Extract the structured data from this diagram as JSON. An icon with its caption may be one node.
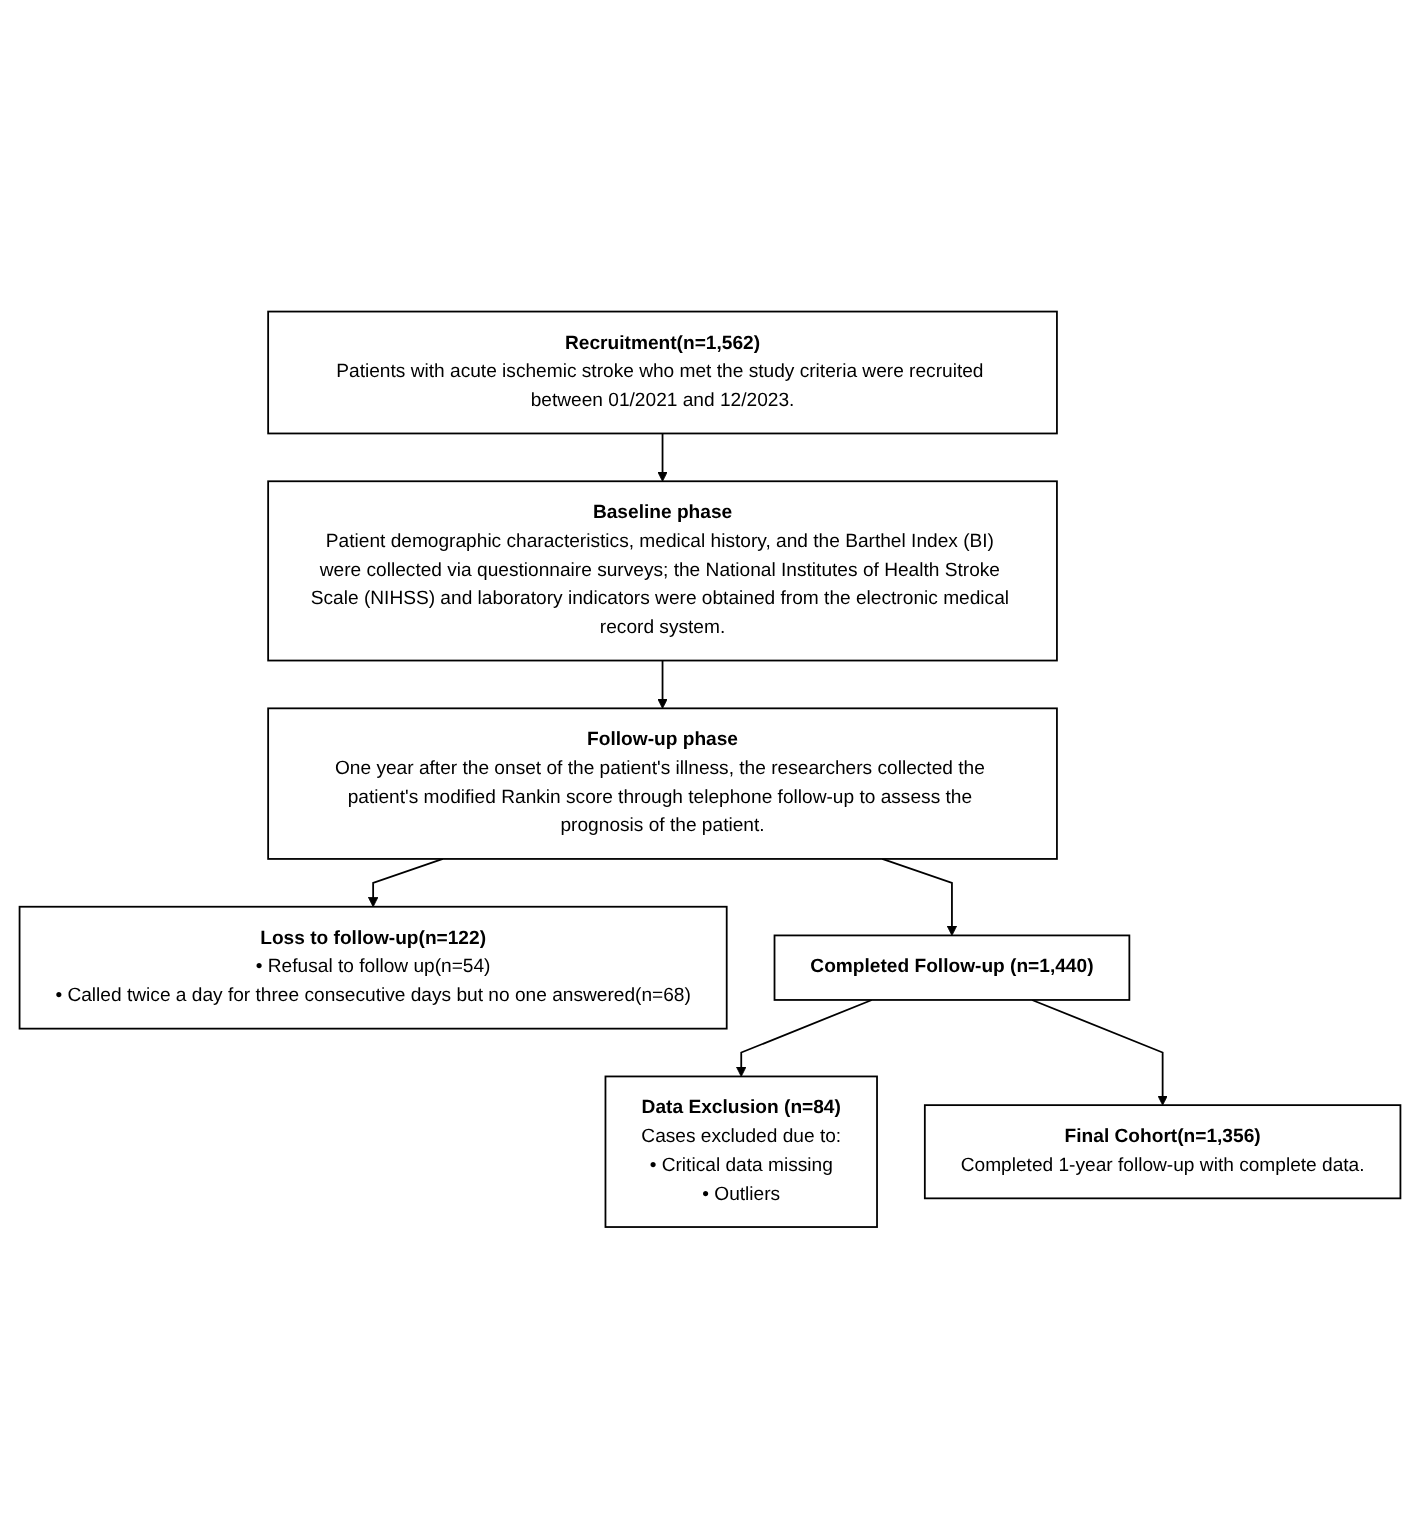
{
  "diagram": {
    "nodes": [
      {
        "text": [
          "Recruitment(n=1,562)",
          "Patients with acute ischemic stroke who met the study criteria were recruited between 01/2021 and 12/2023."
        ]
      },
      {
        "text": [
          "Baseline phase",
          "Patient demographic characteristics, medical history, and the Barthel Index (BI) were collected via questionnaire surveys; the National Institutes of Health Stroke Scale (NIHSS) and laboratory indicators were obtained from the electronic medical record system."
        ]
      },
      {
        "text": [
          "Follow-up phase",
          "One year after the onset of the patient's illness, the researchers collected the patient's modified Rankin score through telephone follow-up to assess the prognosis of the patient."
        ]
      },
      {
        "text": [
          "Loss to follow-up(n=122)",
          "• Refusal to follow up(n=54)",
          "• Called twice a day for three consecutive days but no one answered(n=68)"
        ]
      },
      {
        "text": [
          "Completed Follow-up (n=1,440)"
        ]
      },
      {
        "text": [
          "Data Exclusion (n=84)",
          "Cases excluded due to:",
          "• Critical data missing",
          "• Outliers"
        ]
      },
      {
        "text": [
          "Final Cohort(n=1,356)",
          "Completed 1-year follow-up with complete data."
        ]
      }
    ],
    "edges": [
      {
        "from": 0,
        "to": 1,
        "arrow": "to"
      },
      {
        "from": 1,
        "to": 2,
        "arrow": "to"
      },
      {
        "from": 2,
        "to": 3,
        "arrow": "to"
      },
      {
        "from": 2,
        "to": 4,
        "arrow": "to"
      },
      {
        "from": 4,
        "to": 5,
        "arrow": "to"
      },
      {
        "from": 4,
        "to": 6,
        "arrow": "to"
      }
    ]
  }
}
